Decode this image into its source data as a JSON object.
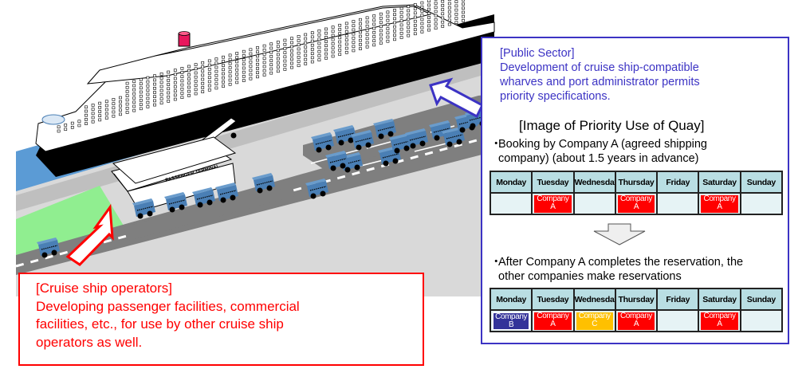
{
  "colors": {
    "public_sector": "#3c33c4",
    "operators": "#ff0000",
    "company_a": "#ff0000",
    "company_b": "#333399",
    "company_c": "#ffc000",
    "header_cell": "#b9dee3",
    "body_cell": "#e6f3f5",
    "water": "#5b9bd5",
    "green_area": "#90f090",
    "road": "#7f7f7f",
    "ground": "#d9d9d9",
    "vehicle": "#4a7fb5"
  },
  "illustration": {
    "terminal_sign": "PASSENGER TERMINAL"
  },
  "public_sector": {
    "heading": "[Public Sector]",
    "lines": [
      "Development of cruise ship-compatible",
      "wharves and port administrator permits",
      "priority specifications."
    ]
  },
  "quay": {
    "title": "[Image of Priority Use of Quay]",
    "step1": {
      "bullet": "・",
      "line1": "Booking by Company A (agreed shipping",
      "line2": "company) (about 1.5 years in advance)"
    },
    "step2": {
      "bullet": "・",
      "line1": "After Company A completes the reservation, the",
      "line2": "other companies make reservations"
    },
    "days": [
      "Monday",
      "Tuesday",
      "Wednesday",
      "Thursday",
      "Friday",
      "Saturday",
      "Sunday"
    ],
    "table1": [
      null,
      {
        "line1": "Company",
        "line2": "A",
        "company": "a"
      },
      null,
      {
        "line1": "Company",
        "line2": "A",
        "company": "a"
      },
      null,
      {
        "line1": "Company",
        "line2": "A",
        "company": "a"
      },
      null
    ],
    "table2": [
      {
        "line1": "Company",
        "line2": "B",
        "company": "b"
      },
      {
        "line1": "Company",
        "line2": "A",
        "company": "a"
      },
      {
        "line1": "Company",
        "line2": "C",
        "company": "c"
      },
      {
        "line1": "Company",
        "line2": "A",
        "company": "a"
      },
      null,
      {
        "line1": "Company",
        "line2": "A",
        "company": "a"
      },
      null
    ]
  },
  "operators": {
    "heading": "[Cruise ship operators]",
    "lines": [
      "Developing passenger facilities, commercial",
      "facilities, etc., for use by other cruise ship",
      "operators as well."
    ]
  }
}
